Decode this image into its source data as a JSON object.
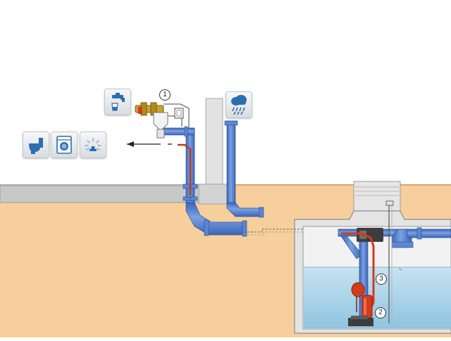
{
  "diagram": {
    "icons": {
      "tap": "water-tap-icon",
      "rain": "rain-cloud-icon",
      "toilet": "toilet-icon",
      "washing_machine": "washing-machine-icon",
      "garden_sprinkler": "garden-sprinkler-icon"
    },
    "callouts": [
      "1",
      "2",
      "3"
    ],
    "colors": {
      "pipe_blue": "#4f7fd0",
      "pump_red": "#d23b1d",
      "water": "#b5d9ec",
      "soil": "#f6cf9c",
      "wall": "#c8c8c8",
      "concrete": "#e4e4e4"
    }
  }
}
